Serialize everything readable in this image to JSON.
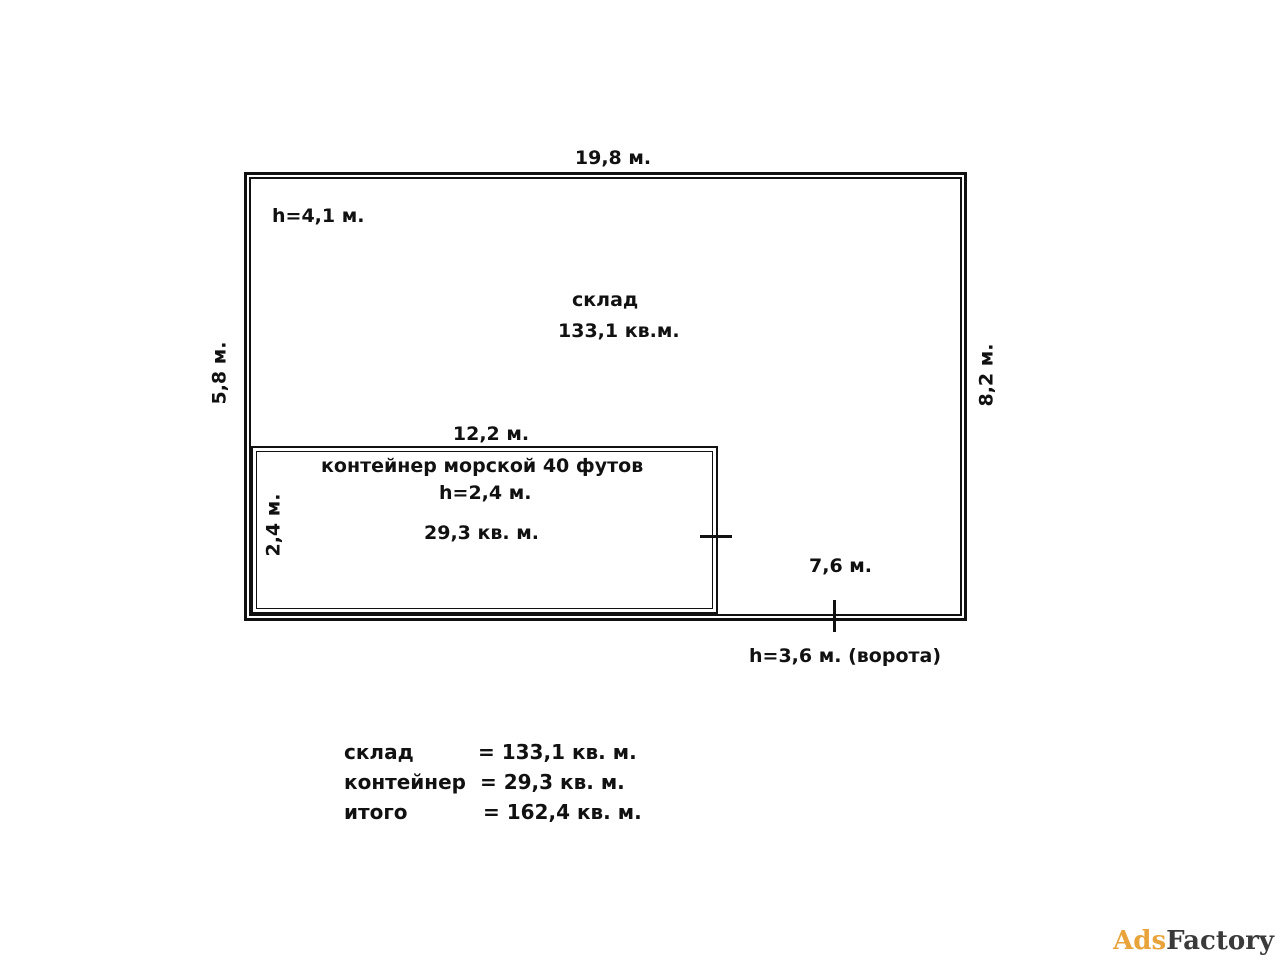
{
  "plan": {
    "top_dimension": "19,8 м.",
    "left_dimension": "5,8 м.",
    "right_dimension": "8,2 м.",
    "warehouse_height": "h=4,1 м.",
    "warehouse_name": "склад",
    "warehouse_area": "133,1 кв.м.",
    "container_length": "12,2 м.",
    "container_name": "контейнер морской 40 футов",
    "container_height": "h=2,4 м.",
    "container_width": "2,4 м.",
    "container_area": "29,3 кв. м.",
    "gate_distance": "7,6 м.",
    "gate_height": "h=3,6 м. (ворота)"
  },
  "summary": [
    {
      "name": "склад",
      "value": "= 133,1  кв. м."
    },
    {
      "name": "контейнер",
      "value": "= 29,3  кв. м."
    },
    {
      "name": "итого",
      "value": "= 162,4 кв. м."
    }
  ],
  "watermark": {
    "part1": "Ads",
    "part2": "Factory"
  }
}
